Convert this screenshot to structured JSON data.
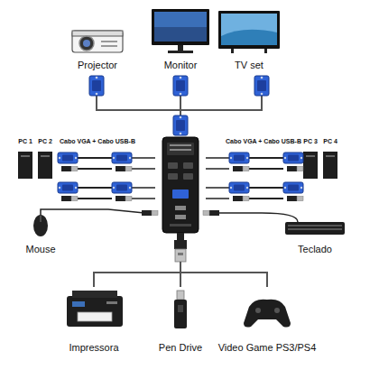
{
  "diagram": {
    "labels": [
      "Projector",
      "Monitor",
      "TV set",
      "PC 1",
      "PC 2",
      "Cabo VGA + Cabo USB-B",
      "Cabo VGA + Cabo USB-B",
      "PC 3",
      "PC 4",
      "Mouse",
      "Teclado",
      "Impressora",
      "Pen Drive",
      "Video Game PS3/PS4"
    ]
  }
}
